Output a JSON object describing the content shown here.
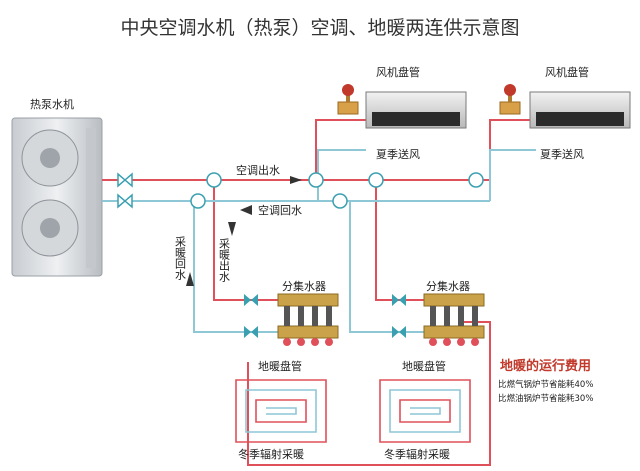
{
  "title": "中央空调水机（热泵）空调、地暖两连供示意图",
  "heat_pump": {
    "label": "热泵水机"
  },
  "fan_coils": [
    {
      "label": "风机盘管",
      "caption": "夏季送风"
    },
    {
      "label": "风机盘管",
      "caption": "夏季送风"
    }
  ],
  "pipes": {
    "ac_supply": "空调出水",
    "ac_return": "空调回水",
    "heat_return": "采暖回水",
    "heat_supply": "采暖出水"
  },
  "manifolds": [
    {
      "label": "分集水器",
      "coil_label": "地暖盘管",
      "caption": "冬季辐射采暖"
    },
    {
      "label": "分集水器",
      "coil_label": "地暖盘管",
      "caption": "冬季辐射采暖"
    }
  ],
  "cost_box": {
    "heading": "地暖的运行费用",
    "lines": [
      "比燃气锅炉节省能耗40%",
      "比燃油锅炉节省能耗30%"
    ]
  },
  "colors": {
    "supply_pipe": "#e0505a",
    "return_pipe": "#8ec7d6",
    "valve": "#3aa0b0",
    "heading": "#c0392b"
  }
}
